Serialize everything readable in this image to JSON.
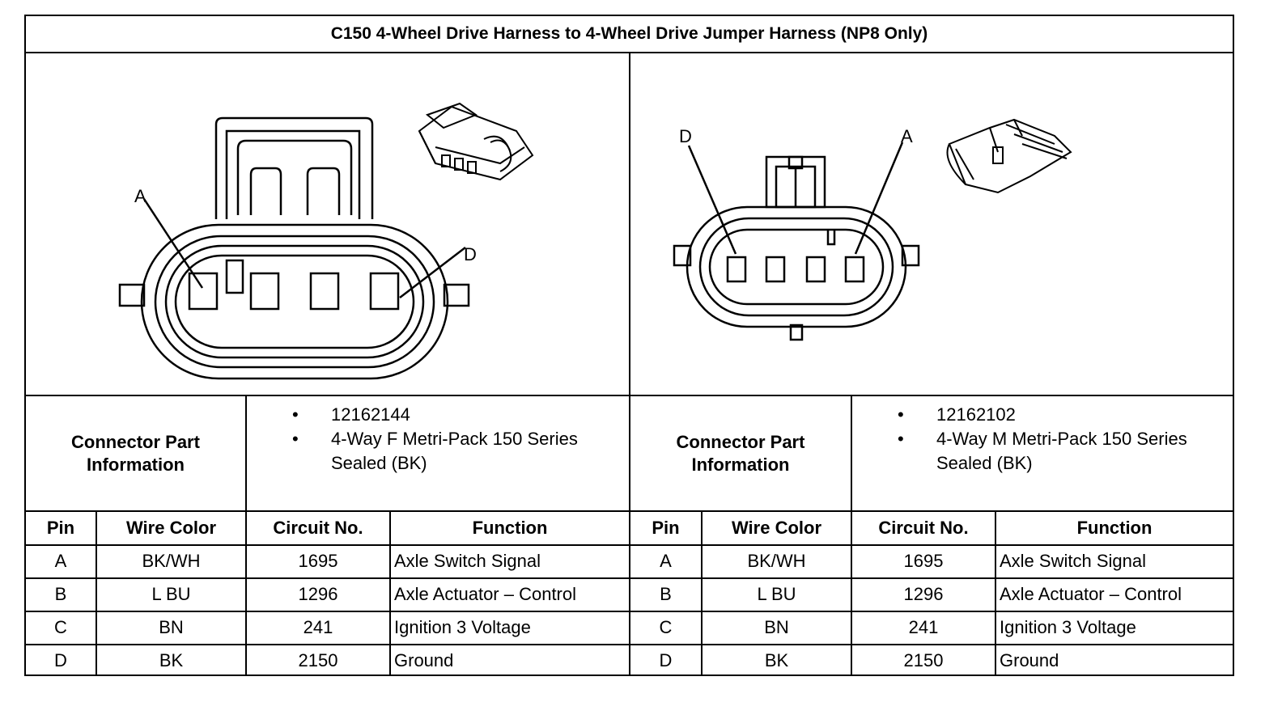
{
  "title": "C150 4-Wheel Drive Harness to 4-Wheel Drive Jumper Harness (NP8 Only)",
  "connectors": [
    {
      "drawing": {
        "pin_labels": [
          "A",
          "D"
        ]
      },
      "part_info_label": "Connector Part Information",
      "part_info": [
        "12162144",
        "4-Way F Metri-Pack 150 Series Sealed (BK)"
      ],
      "headers": [
        "Pin",
        "Wire Color",
        "Circuit No.",
        "Function"
      ],
      "rows": [
        [
          "A",
          "BK/WH",
          "1695",
          "Axle Switch Signal"
        ],
        [
          "B",
          "L BU",
          "1296",
          "Axle Actuator – Control"
        ],
        [
          "C",
          "BN",
          "241",
          "Ignition 3 Voltage"
        ],
        [
          "D",
          "BK",
          "2150",
          "Ground"
        ]
      ]
    },
    {
      "drawing": {
        "pin_labels": [
          "D",
          "A"
        ]
      },
      "part_info_label": "Connector Part Information",
      "part_info": [
        "12162102",
        "4-Way M Metri-Pack 150 Series Sealed (BK)"
      ],
      "headers": [
        "Pin",
        "Wire Color",
        "Circuit No.",
        "Function"
      ],
      "rows": [
        [
          "A",
          "BK/WH",
          "1695",
          "Axle Switch Signal"
        ],
        [
          "B",
          "L BU",
          "1296",
          "Axle Actuator – Control"
        ],
        [
          "C",
          "BN",
          "241",
          "Ignition 3 Voltage"
        ],
        [
          "D",
          "BK",
          "2150",
          "Ground"
        ]
      ]
    }
  ]
}
